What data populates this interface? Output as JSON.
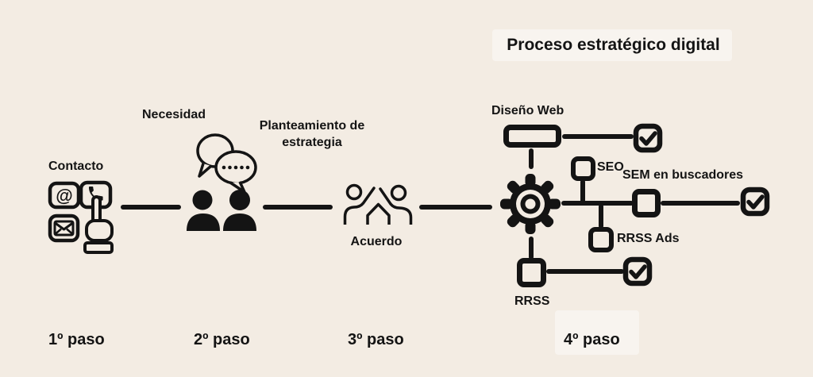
{
  "title": "Proceso estratégico digital",
  "colors": {
    "background": "#f3ece3",
    "ink": "#141414"
  },
  "step1": {
    "label": "1º paso",
    "caption": "Contacto",
    "icons": [
      "at-icon",
      "phone-icon",
      "envelope-icon",
      "pointing-hand-icon"
    ]
  },
  "step2": {
    "label": "2º paso",
    "caption": "Necesidad",
    "icons": [
      "speech-bubbles-icon",
      "two-people-icon"
    ]
  },
  "step3": {
    "label": "3º paso",
    "caption_top": "Planteamiento de estrategia",
    "caption_bottom": "Acuerdo",
    "icons": [
      "high-five-icon"
    ]
  },
  "step4": {
    "label": "4º paso",
    "center_icon": "gear-icon",
    "done_icon": "checkbox-checked-icon",
    "nodes": {
      "diseno_web": "Diseño Web",
      "seo": "SEO",
      "sem": "SEM en buscadores",
      "rrss_ads": "RRSS Ads",
      "rrss": "RRSS"
    }
  }
}
